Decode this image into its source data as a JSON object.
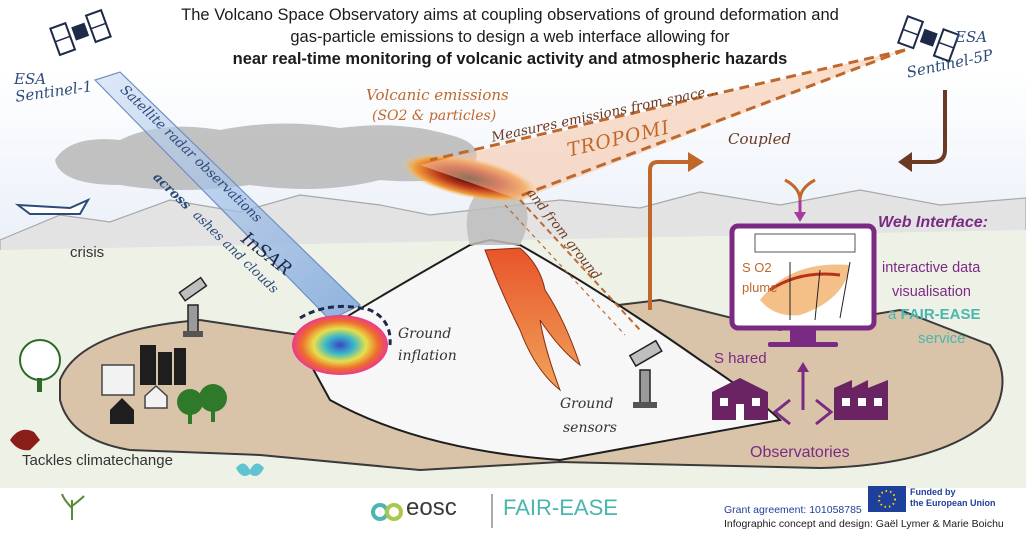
{
  "title": {
    "line1": "The Volcano Space Observatory aims at coupling observations of ground deformation and",
    "line2": "gas-particle emissions to design a web interface allowing for",
    "line3": "near real-time monitoring of volcanic activity and atmospheric hazards"
  },
  "satellites": {
    "left": {
      "line1": "ESA",
      "line2": "Sentinel-1"
    },
    "right": {
      "line1": "ESA",
      "line2": "Sentinel-5P"
    }
  },
  "labels": {
    "radar_obs": "Satellite radar observations",
    "across": "across",
    "ashes_clouds": "ashes and clouds",
    "insar": "InSAR",
    "volcanic_emissions": "Volcanic emissions",
    "so2_particles": "(SO2 & particles)",
    "measures": "Measures emissions from space...",
    "tropomi": "TROPOMI",
    "and_from_ground": "and from ground",
    "coupled": "Coupled",
    "crisis": "crisis",
    "ground": "Ground",
    "inflation": "inflation",
    "ground_sensors_1": "Ground",
    "ground_sensors_2": "sensors",
    "shared": "S hared",
    "observatories": "Observatories",
    "tackles": "Tackles climatechange",
    "web_interface": "Web Interface:",
    "interactive_1": "interactive data",
    "interactive_2": "visualisation",
    "fair_a": "a",
    "fair_name": "FAIR-EASE",
    "service": "service",
    "so2_plume_1": "S O2",
    "so2_plume_2": "plume"
  },
  "footer": {
    "eosc": "eosc",
    "fair_ease": "FAIR-EASE",
    "grant": "Grant agreement: 101058785",
    "funded_1": "Funded by",
    "funded_2": "the European Union",
    "credits": "Infographic concept and design: Gaël Lymer & Marie Boichu"
  },
  "colors": {
    "orange": "#c0682c",
    "blue": "#2c4a7a",
    "purple": "#7b2a83",
    "teal": "#4ab6b0",
    "land": "#d9c4a9"
  }
}
